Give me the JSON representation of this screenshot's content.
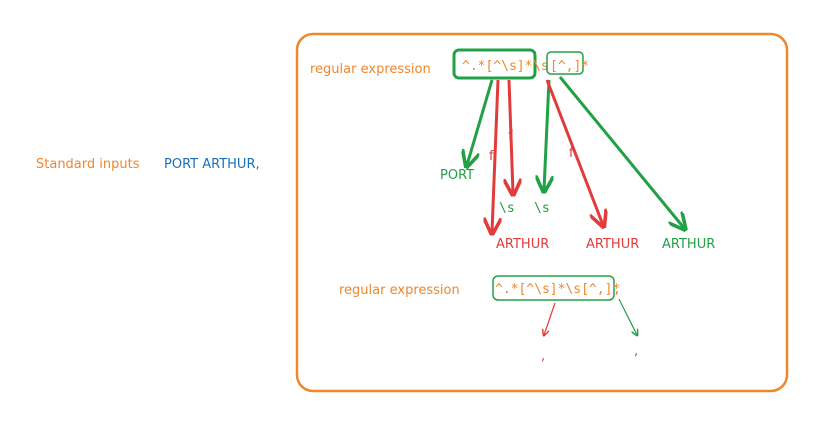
{
  "input": {
    "label": "Standard inputs",
    "value": "PORT ARTHUR,"
  },
  "top": {
    "label": "regular expression",
    "regex_part1": "^.*[^\\s]*",
    "regex_mid": "\\s",
    "regex_part2": "[^,]*",
    "match_port": "PORT",
    "ws_left": "\\s",
    "ws_right": "\\s",
    "fail_f1": "f",
    "fail_f2": "f",
    "fail_f3": "f",
    "arthur_red_left": "ARTHUR",
    "arthur_red_right": "ARTHUR",
    "arthur_green": "ARTHUR"
  },
  "bottom": {
    "label": "regular expression",
    "regex": "^.*[^\\s]*\\s[^,]*",
    "trailing": ",",
    "comma_red": ",",
    "comma_green": ","
  },
  "colors": {
    "orange": "#f0872a",
    "blue": "#1a6fb8",
    "green": "#22a046",
    "red": "#e23b3b"
  }
}
